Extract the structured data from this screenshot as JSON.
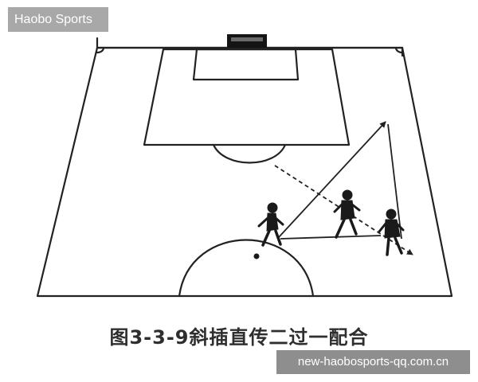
{
  "watermark_top": "Haobo Sports",
  "watermark_bottom": "new-haobosports-qq.com.cn",
  "caption": "图3-3-9斜插直传二过一配合",
  "colors": {
    "line": "#222222",
    "watermark_top_bg": "#a8a8a8",
    "watermark_bottom_bg": "#8e8e8e"
  }
}
